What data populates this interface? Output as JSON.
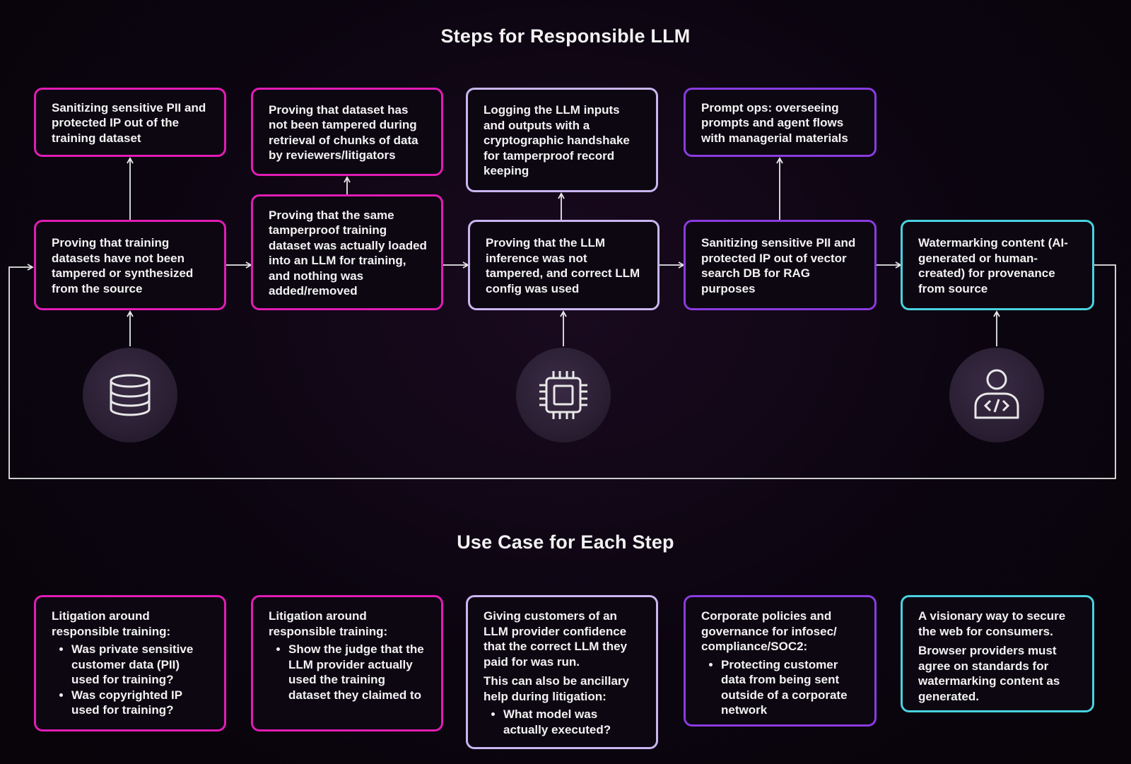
{
  "steps_title": "Steps for Responsible LLM",
  "usecase_title": "Use Case for Each Step",
  "steps": {
    "s1_top": "Sanitizing sensitive PII and protected IP out of the training dataset",
    "s1_main": "Proving that training datasets have not been tampered or synthesized from the source",
    "s2_top": "Proving that dataset has not been tampered during retrieval of chunks of data by reviewers/litigators",
    "s2_main": "Proving that the same tamperproof training dataset was actually loaded into an LLM for training, and nothing was added/removed",
    "s3_top": "Logging the LLM inputs and outputs with a cryptographic handshake for tamperproof record keeping",
    "s3_main": "Proving that the LLM inference was not tampered, and correct LLM config was used",
    "s4_top": "Prompt ops: overseeing prompts and agent flows with managerial materials",
    "s4_main": "Sanitizing sensitive PII and protected IP out of vector search DB for RAG purposes",
    "s5_main": "Watermarking content (AI-generated or human-created) for provenance from source"
  },
  "icons": {
    "database": "database-icon",
    "chip": "chip-icon",
    "developer": "developer-user-icon"
  },
  "usecases": {
    "u1_intro": "Litigation around responsible training:",
    "u1_items": [
      "Was private sensitive customer data (PII) used for training?",
      "Was copyrighted IP used for training?"
    ],
    "u2_intro": "Litigation around responsible training:",
    "u2_items": [
      "Show the judge that the LLM provider actually used the training dataset they claimed to"
    ],
    "u3_intro": "Giving customers of an LLM provider confidence that the correct LLM they paid for was run.",
    "u3_intro2": "This can also be ancillary help during litigation:",
    "u3_items": [
      "What model was actually executed?"
    ],
    "u4_intro": "Corporate policies and governance for infosec/ compliance/SOC2:",
    "u4_items": [
      "Protecting customer data from being sent outside of a corporate network"
    ],
    "u5_p1": "A visionary way to secure the web for consumers.",
    "u5_p2": "Browser providers must agree on standards for watermarking content as generated."
  },
  "colors": {
    "magenta": "#e11cb4",
    "lavender": "#c9b6f0",
    "purple": "#8a3be0",
    "cyan": "#4ad2e0"
  }
}
